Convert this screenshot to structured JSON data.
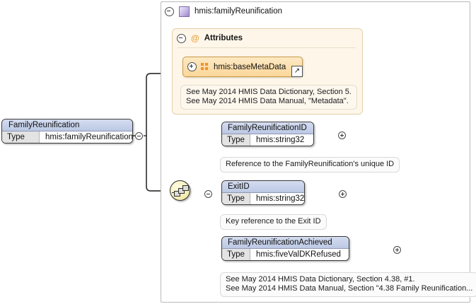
{
  "diagram": {
    "type": "xml-schema-element-diagram",
    "root_node": {
      "name": "FamilyReunification",
      "type_key": "Type",
      "type_value": "hmis:familyReunification",
      "toggle": "minus"
    },
    "container": {
      "title": "hmis:familyReunification",
      "icon": "complex-type-icon",
      "toggle": "minus"
    },
    "attributes_panel": {
      "label": "Attributes",
      "symbol": "@",
      "toggle": "minus",
      "attribute_group": {
        "name": "hmis:baseMetaData",
        "icon": "attribute-group-icon",
        "toggle": "plus",
        "external_link_glyph": "↗"
      },
      "annotation": [
        "See May 2014 HMIS Data Dictionary, Section 5.",
        "See May 2014 HMIS Data Manual, \"Metadata\"."
      ]
    },
    "compositor": {
      "kind": "sequence",
      "toggle": "minus"
    },
    "elements": [
      {
        "name": "FamilyReunificationID",
        "type_key": "Type",
        "type_value": "hmis:string32",
        "toggle": "plus",
        "annotation": [
          "Reference to the FamilyReunification's unique ID"
        ]
      },
      {
        "name": "ExitID",
        "type_key": "Type",
        "type_value": "hmis:string32",
        "toggle": "plus",
        "annotation": [
          "Key reference to the Exit ID"
        ]
      },
      {
        "name": "FamilyReunificationAchieved",
        "type_key": "Type",
        "type_value": "hmis:fiveValDKRefused",
        "toggle": "plus",
        "annotation": [
          "See May 2014 HMIS Data Dictionary, Section 4.38, #1.",
          "See May 2014 HMIS Data Manual, Section \"4.38 Family Reunification..."
        ]
      }
    ],
    "colors": {
      "element_title": "#bcc8e4",
      "attribute_panel_bg": "#fdf6e9",
      "attribute_group_bg": "#fbd79a",
      "compositor_bg": "#f4edb4",
      "line": "#3a3a3a",
      "container_border": "#b9b9b9"
    }
  }
}
